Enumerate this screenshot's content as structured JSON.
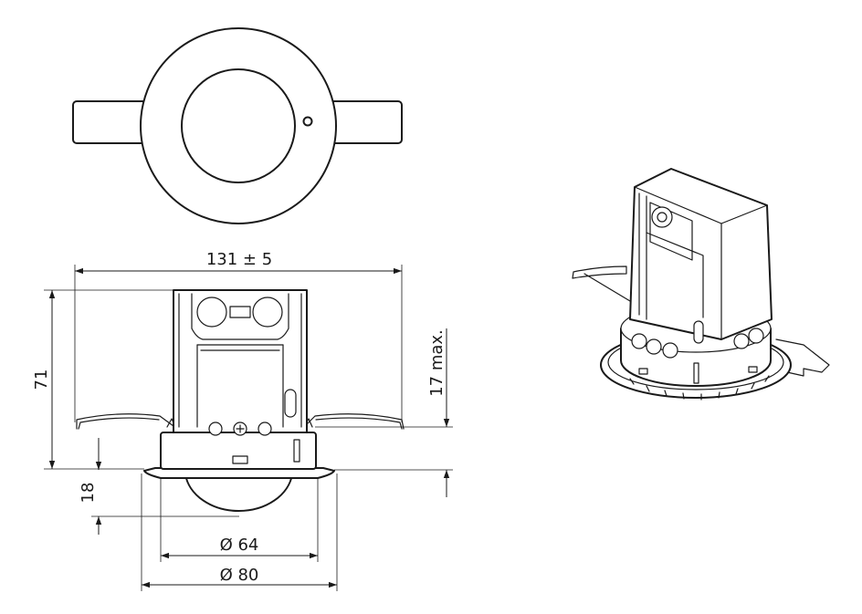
{
  "dimensions": {
    "width_overall": "131 ± 5",
    "height_overall": "71",
    "height_visible": "17 max.",
    "dome_height": "18",
    "dome_diameter": "Ø 64",
    "flange_diameter": "Ø 80"
  },
  "colors": {
    "line": "#1a1a1a",
    "background": "#ffffff"
  }
}
